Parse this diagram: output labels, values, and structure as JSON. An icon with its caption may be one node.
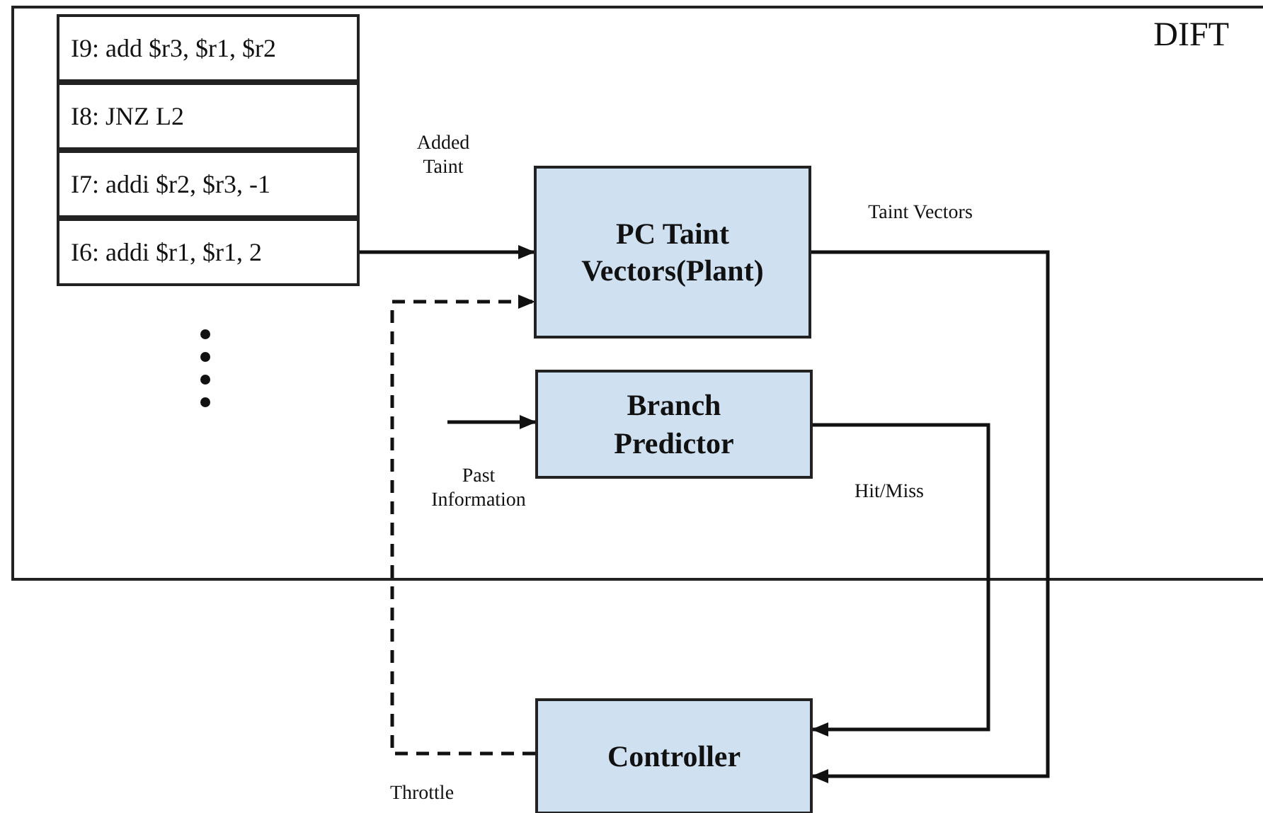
{
  "diagram": {
    "nodes": [
      {
        "text": [
          "DIFT"
        ]
      },
      {
        "text": [
          "I9: add $r3, $r1, $r2"
        ],
        "in": 0
      },
      {
        "text": [
          "I8: JNZ L2"
        ],
        "in": 0
      },
      {
        "text": [
          "I7: addi $r2, $r3, -1"
        ],
        "in": 0
      },
      {
        "text": [
          "I6: addi $r1, $r1, 2"
        ],
        "in": 0
      },
      {
        "text": [
          "PC Taint Vectors(Plant)"
        ],
        "in": 0
      },
      {
        "text": [
          "Branch Predictor"
        ],
        "in": 0
      },
      {
        "text": [
          "Controller"
        ]
      }
    ],
    "edges": [
      {
        "from": 4,
        "to": 5,
        "arrow": "to",
        "label": "Added Taint"
      },
      {
        "from": null,
        "to": 6,
        "arrow": "to",
        "label": "Past Information"
      },
      {
        "from": 5,
        "to": 7,
        "arrow": "to",
        "label": "Taint Vectors"
      },
      {
        "from": 6,
        "to": 7,
        "arrow": "to",
        "label": "Hit/Miss"
      },
      {
        "from": 7,
        "to": 5,
        "arrow": "to",
        "label": "Throttle",
        "style": "dashed"
      }
    ]
  }
}
